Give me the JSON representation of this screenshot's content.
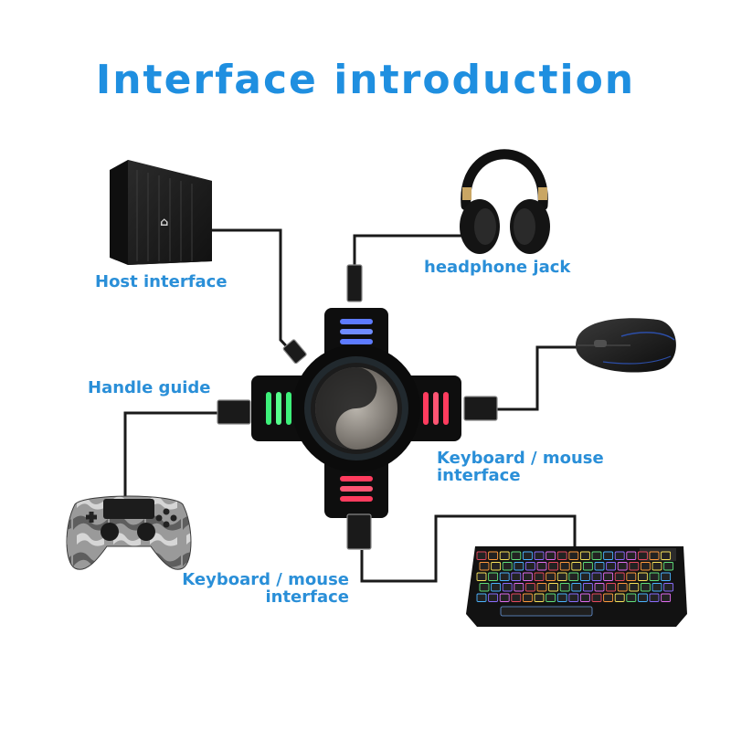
{
  "title": "Interface introduction",
  "labels": {
    "host": "Host interface",
    "headphone": "headphone jack",
    "handle": "Handle guide",
    "kbm_right_line1": "Keyboard / mouse",
    "kbm_right_line2": "interface",
    "kbm_bottom_line1": "Keyboard / mouse",
    "kbm_bottom_line2": "interface"
  },
  "colors": {
    "title": "#1f8fe0",
    "label": "#2a8fd8",
    "cable": "#1a1a1a"
  },
  "devices": [
    "console-icon",
    "headphones-icon",
    "mouse-icon",
    "controller-icon",
    "keyboard-icon",
    "converter-hub"
  ]
}
